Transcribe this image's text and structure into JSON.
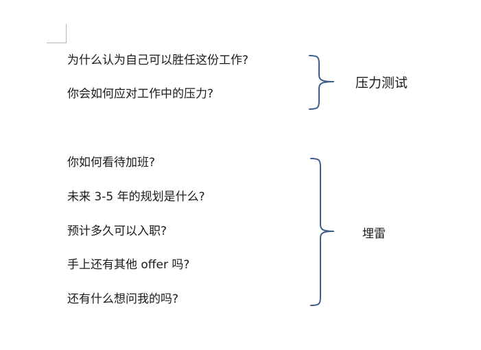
{
  "groups": [
    {
      "label": "压力测试",
      "questions": [
        "为什么认为自己可以胜任这份工作?",
        "你会如何应对工作中的压力?"
      ]
    },
    {
      "label": "埋雷",
      "questions": [
        "你如何看待加班?",
        "未来 3-5 年的规划是什么?",
        "预计多久可以入职?",
        "手上还有其他 offer 吗?",
        "还有什么想问我的吗?"
      ]
    }
  ],
  "colors": {
    "bracket": "#3b5c86",
    "text": "#1a1a1a",
    "page_corner_mark": "#b8b8b8"
  }
}
